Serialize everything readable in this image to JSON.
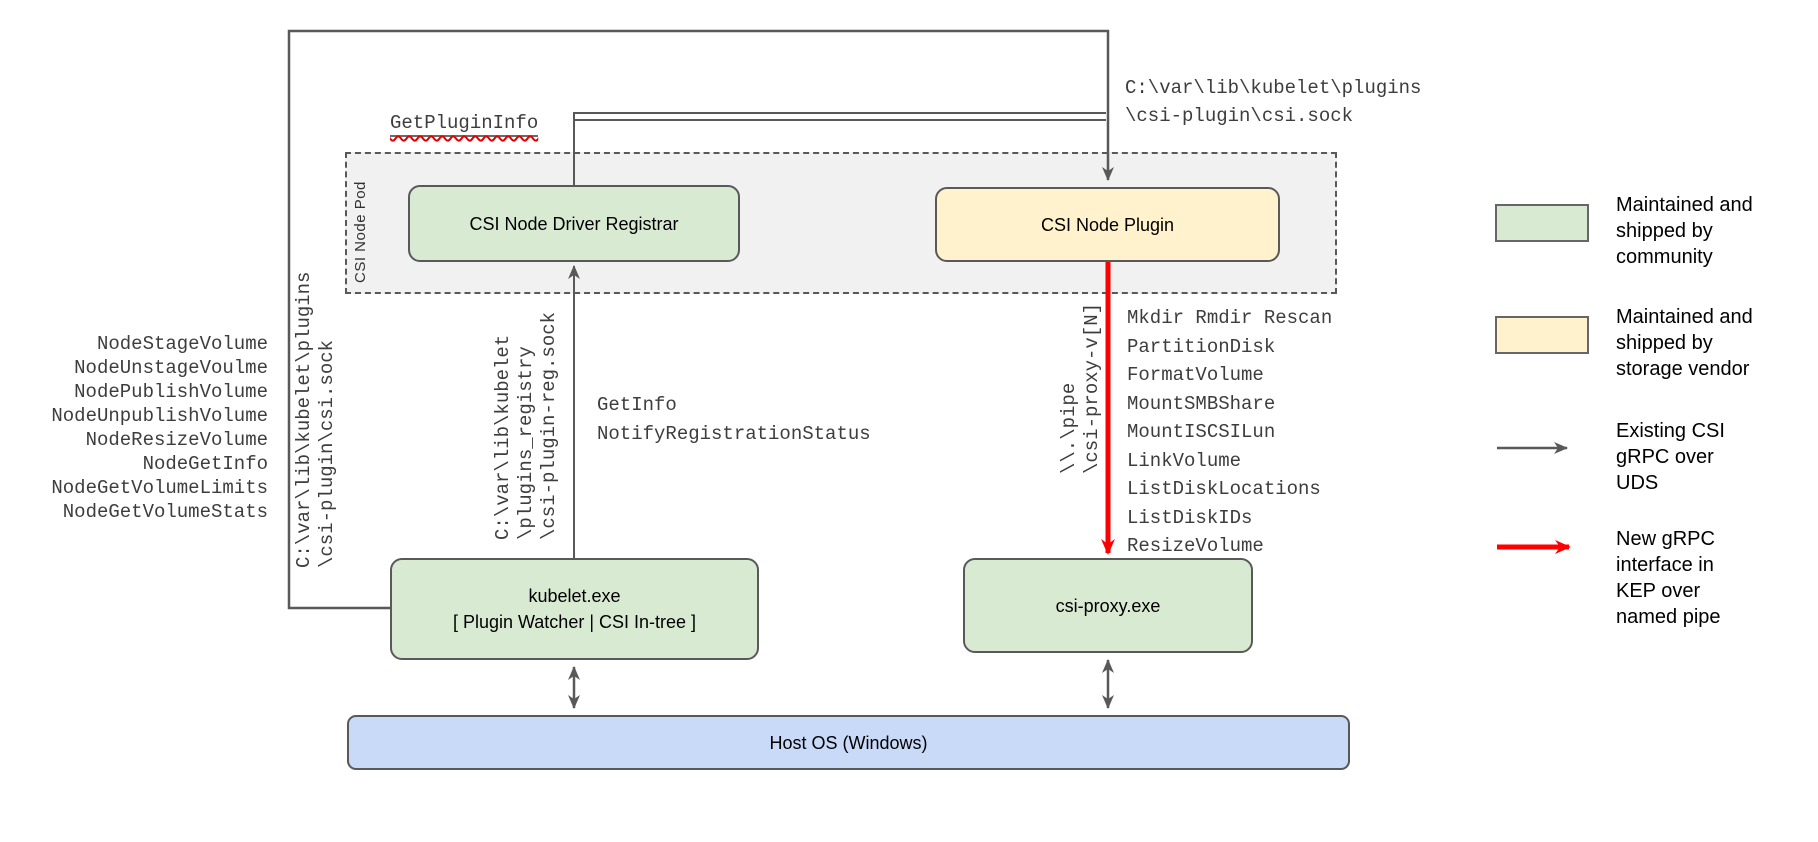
{
  "diagram": {
    "pod": {
      "label": "CSI Node Pod"
    },
    "nodes": {
      "registrar": {
        "label": "CSI Node Driver Registrar"
      },
      "plugin": {
        "label": "CSI Node Plugin"
      },
      "kubelet": {
        "label": "kubelet.exe\n[ Plugin Watcher | CSI In-tree ]"
      },
      "csi_proxy": {
        "label": "csi-proxy.exe"
      },
      "host_os": {
        "label": "Host OS (Windows)"
      }
    },
    "annotations": {
      "get_plugin_info": "GetPluginInfo",
      "csi_sock_path_label": "C:\\var\\lib\\kubelet\\plugins\n\\csi-plugin\\csi.sock",
      "csi_sock_vertical": "C:\\var\\lib\\kubelet\\plugins\n\\csi-plugin\\csi.sock",
      "reg_sock_vertical": "C:\\var\\lib\\kubelet\n\\plugins_registry\n\\csi-plugin-reg.sock",
      "pipe_vertical": "\\\\.\\pipe\n\\csi-proxy-v[N]",
      "registration_rpcs": "GetInfo\nNotifyRegistrationStatus"
    },
    "node_rpcs": [
      "NodeStageVolume",
      "NodeUnstageVoulme",
      "NodePublishVolume",
      "NodeUnpublishVolume",
      "NodeResizeVolume",
      "NodeGetInfo",
      "NodeGetVolumeLimits",
      "NodeGetVolumeStats"
    ],
    "proxy_ops": [
      "Mkdir Rmdir Rescan",
      "PartitionDisk",
      "FormatVolume",
      "MountSMBShare",
      "MountISCSILun",
      "LinkVolume",
      "ListDiskLocations",
      "ListDiskIDs",
      "ResizeVolume"
    ],
    "legend": {
      "community": {
        "label": "Maintained and\nshipped by\ncommunity"
      },
      "vendor": {
        "label": "Maintained and\nshipped by\nstorage vendor"
      },
      "existing_grpc": {
        "label": "Existing CSI\ngRPC over\nUDS"
      },
      "new_grpc": {
        "label": "New gRPC\ninterface in\nKEP over\nnamed pipe"
      }
    }
  },
  "colors": {
    "community_green": "#d9ead3",
    "vendor_yellow": "#fff2cc",
    "host_blue": "#c9daf8",
    "pod_gray": "#f1f1f1",
    "line_gray": "#595959",
    "new_rpc_red": "#ff0000"
  }
}
